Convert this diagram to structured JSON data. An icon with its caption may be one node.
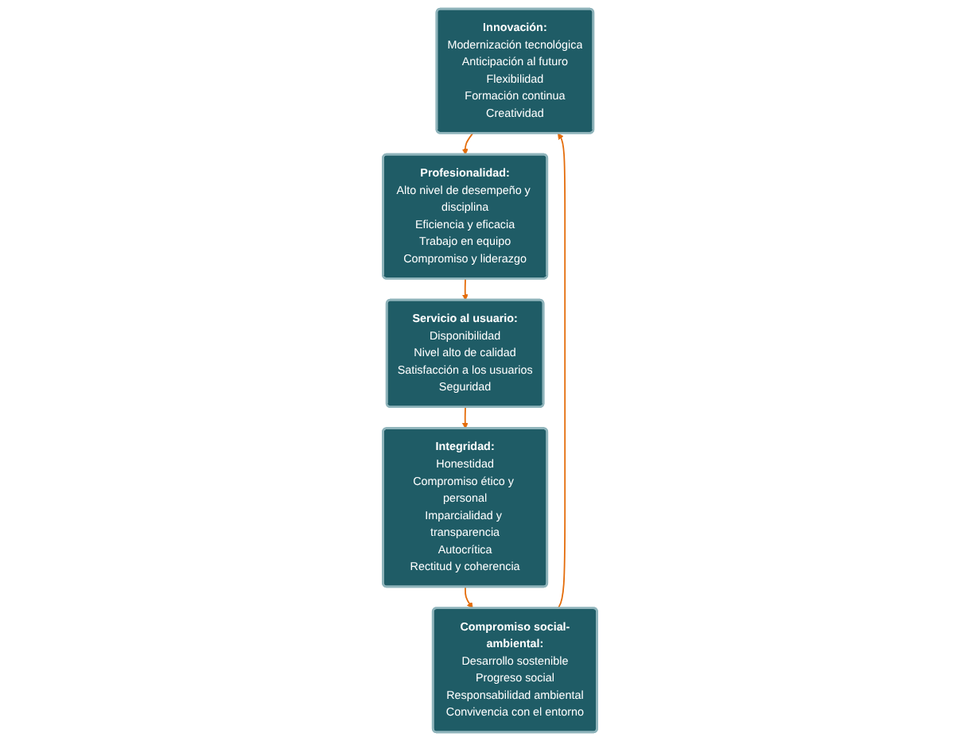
{
  "diagram": {
    "nodes": [
      {
        "text": [
          "Innovación:",
          "Modernización tecnológica",
          "Anticipación al futuro",
          "Flexibilidad",
          "Formación continua",
          "Creatividad"
        ]
      },
      {
        "text": [
          "Profesionalidad:",
          "Alto nivel de desempeño y disciplina",
          "Eficiencia y eficacia",
          "Trabajo en equipo",
          "Compromiso y liderazgo"
        ]
      },
      {
        "text": [
          "Servicio al usuario:",
          "Disponibilidad",
          "Nivel alto de calidad",
          "Satisfacción a los usuarios",
          "Seguridad"
        ]
      },
      {
        "text": [
          "Integridad:",
          "Honestidad",
          "Compromiso ético y personal",
          "Imparcialidad y transparencia",
          "Autocrítica",
          "Rectitud y coherencia"
        ]
      },
      {
        "text": [
          "Compromiso social-ambiental:",
          "Desarrollo sostenible",
          "Progreso social",
          "Responsabilidad ambiental",
          "Convivencia con el entorno"
        ]
      }
    ],
    "edges": [
      {
        "from": 0,
        "to": 1,
        "arrow": "to"
      },
      {
        "from": 1,
        "to": 2,
        "arrow": "to"
      },
      {
        "from": 2,
        "to": 3,
        "arrow": "to"
      },
      {
        "from": 3,
        "to": 4,
        "arrow": "to"
      },
      {
        "from": 4,
        "to": 0,
        "arrow": "to"
      }
    ]
  }
}
